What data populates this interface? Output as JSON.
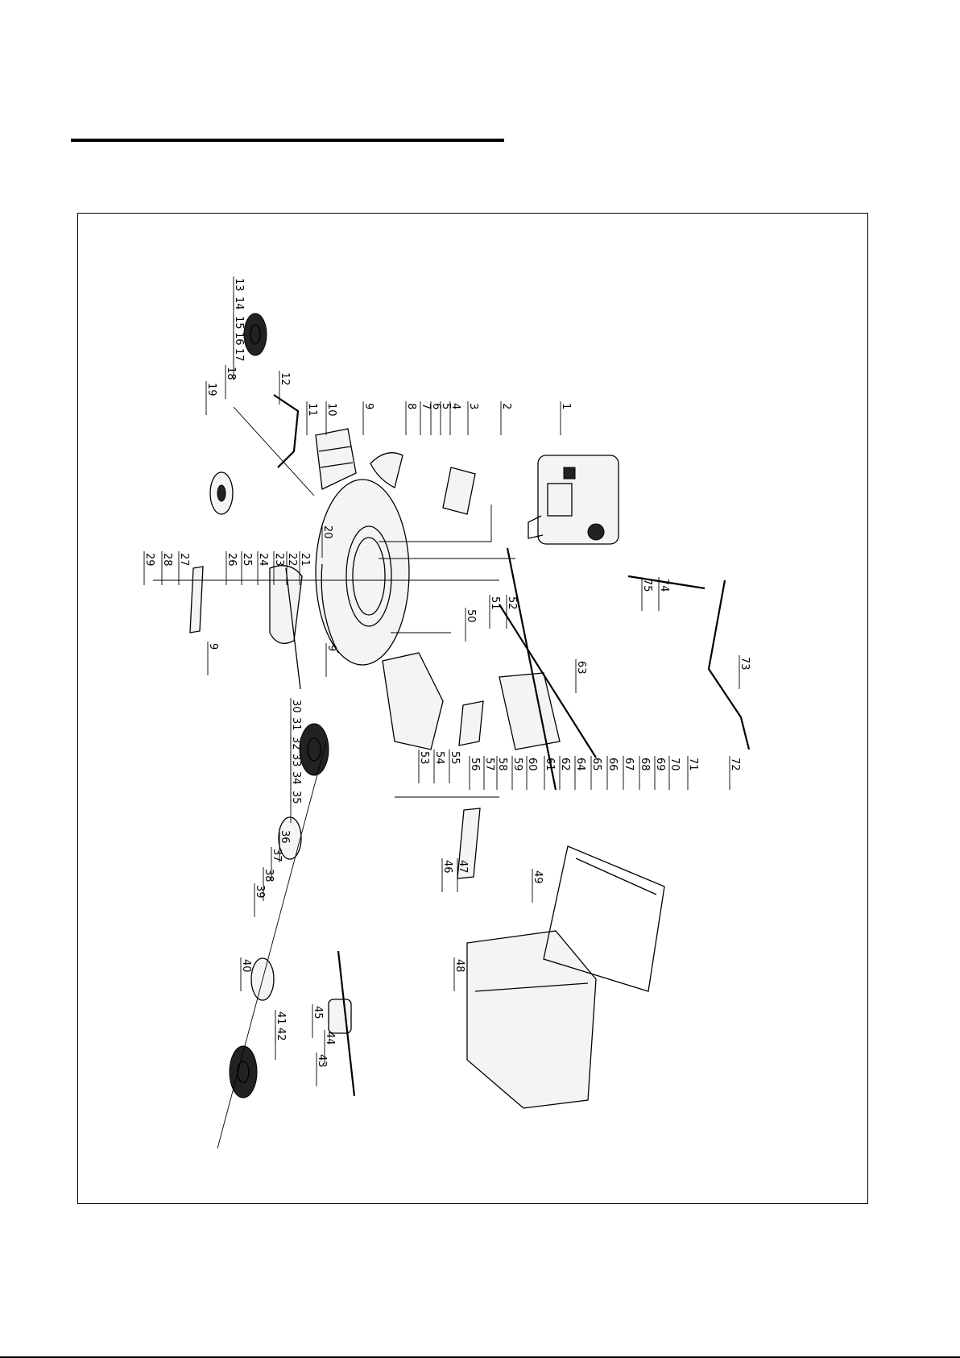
{
  "page": {
    "header_rule": true,
    "footer_rule": true
  },
  "diagram": {
    "callouts": [
      "1",
      "2",
      "3",
      "4",
      "5",
      "6",
      "7",
      "8",
      "9",
      "10",
      "11",
      "12",
      "13",
      "14",
      "15",
      "16",
      "17",
      "18",
      "19",
      "20",
      "21",
      "22",
      "23",
      "24",
      "25",
      "26",
      "27",
      "28",
      "29",
      "30",
      "31",
      "32",
      "33",
      "34",
      "35",
      "36",
      "37",
      "38",
      "39",
      "40",
      "41",
      "42",
      "43",
      "44",
      "45",
      "46",
      "47",
      "48",
      "49",
      "50",
      "51",
      "52",
      "53",
      "54",
      "55",
      "56",
      "57",
      "58",
      "59",
      "60",
      "61",
      "62",
      "63",
      "64",
      "65",
      "66",
      "67",
      "68",
      "69",
      "70",
      "71",
      "72",
      "73",
      "74",
      "75"
    ],
    "repeated_callouts": [
      "9",
      "9"
    ],
    "icons": [
      "engine-icon",
      "wheel-icon",
      "deck-icon",
      "blade-icon",
      "grass-bag-icon",
      "handle-icon",
      "gearbox-icon"
    ]
  }
}
